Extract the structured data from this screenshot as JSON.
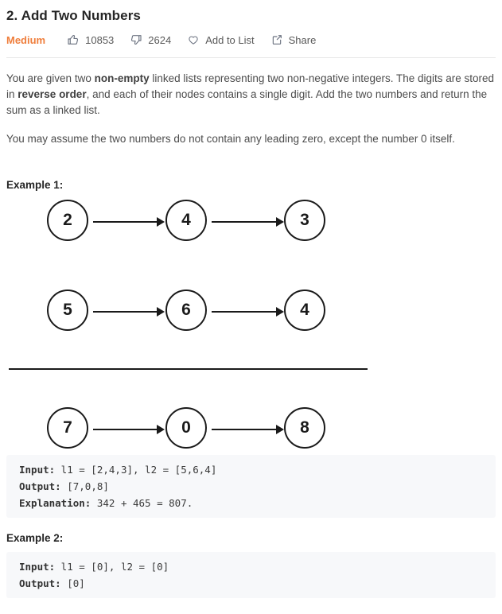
{
  "header": {
    "title": "2. Add Two Numbers",
    "difficulty": "Medium",
    "likes": "10853",
    "dislikes": "2624",
    "add_to_list": "Add to List",
    "share": "Share"
  },
  "description": {
    "p1": {
      "s0": "You are given two ",
      "s1": "non-empty",
      "s2": " linked lists representing two non-negative integers. The digits are stored in ",
      "s3": "reverse order",
      "s4": ", and each of their nodes contains a single digit. Add the two numbers and return the sum as a linked list."
    },
    "p2": "You may assume the two numbers do not contain any leading zero, except the number 0 itself."
  },
  "example1": {
    "label": "Example 1:",
    "diagram": {
      "list1": [
        "2",
        "4",
        "3"
      ],
      "list2": [
        "5",
        "6",
        "4"
      ],
      "result": [
        "7",
        "0",
        "8"
      ]
    },
    "code": {
      "input_label": "Input:",
      "input_value": " l1 = [2,4,3], l2 = [5,6,4]",
      "output_label": "Output:",
      "output_value": " [7,0,8]",
      "explanation_label": "Explanation:",
      "explanation_value": " 342 + 465 = 807."
    }
  },
  "example2": {
    "label": "Example 2:",
    "code": {
      "input_label": "Input:",
      "input_value": " l1 = [0], l2 = [0]",
      "output_label": "Output:",
      "output_value": " [0]"
    }
  },
  "icons": {
    "likes": "thumbs-up-icon",
    "dislikes": "thumbs-down-icon",
    "favorite": "heart-icon",
    "share": "share-icon"
  },
  "colors": {
    "difficulty_medium": "#ef7e3c",
    "text_primary": "#262626",
    "text_secondary": "#595959",
    "body_text": "#4c4c4c",
    "code_background": "#f7f8fa",
    "diagram_stroke": "#1a1a1a",
    "divider": "#e9e9e9"
  }
}
